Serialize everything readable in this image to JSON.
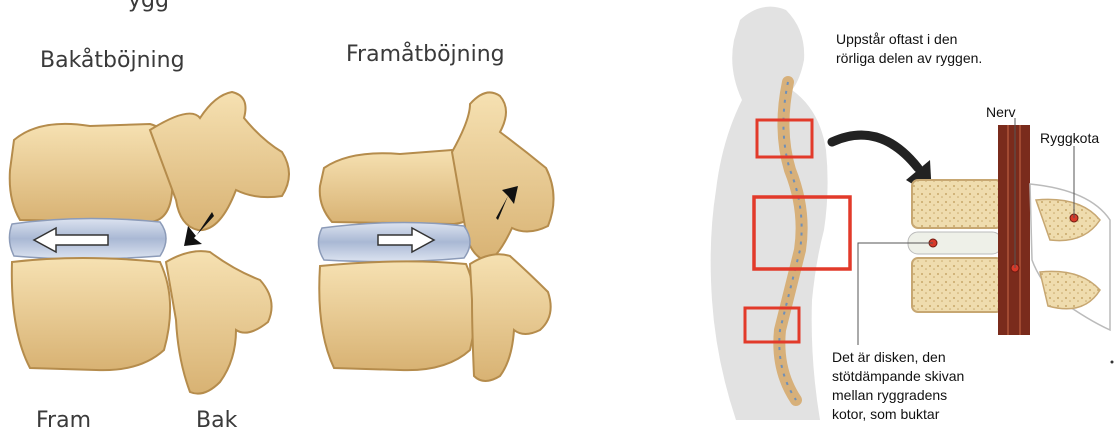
{
  "left_panel": {
    "clipped_top_text": "ygg",
    "label_back_bend": "Bakåtböjning",
    "label_forward_bend": "Framåtböjning",
    "label_front": "Fram",
    "label_back": "Bak"
  },
  "right_panel": {
    "caption_top_line1": "Uppstår oftast i den",
    "caption_top_line2": "rörliga delen av ryggen.",
    "label_nerve": "Nerv",
    "label_vertebra": "Ryggkota",
    "caption_bottom_line1": "Det är disken, den",
    "caption_bottom_line2": "stötdämpande skivan",
    "caption_bottom_line3": "mellan ryggradens",
    "caption_bottom_line4": "kotor, som buktar",
    "colors": {
      "highlight_box": "#e23a2a",
      "bone": "#f3d9a2",
      "disc": "#b9c6df",
      "nerve": "#7a2b1c"
    }
  }
}
